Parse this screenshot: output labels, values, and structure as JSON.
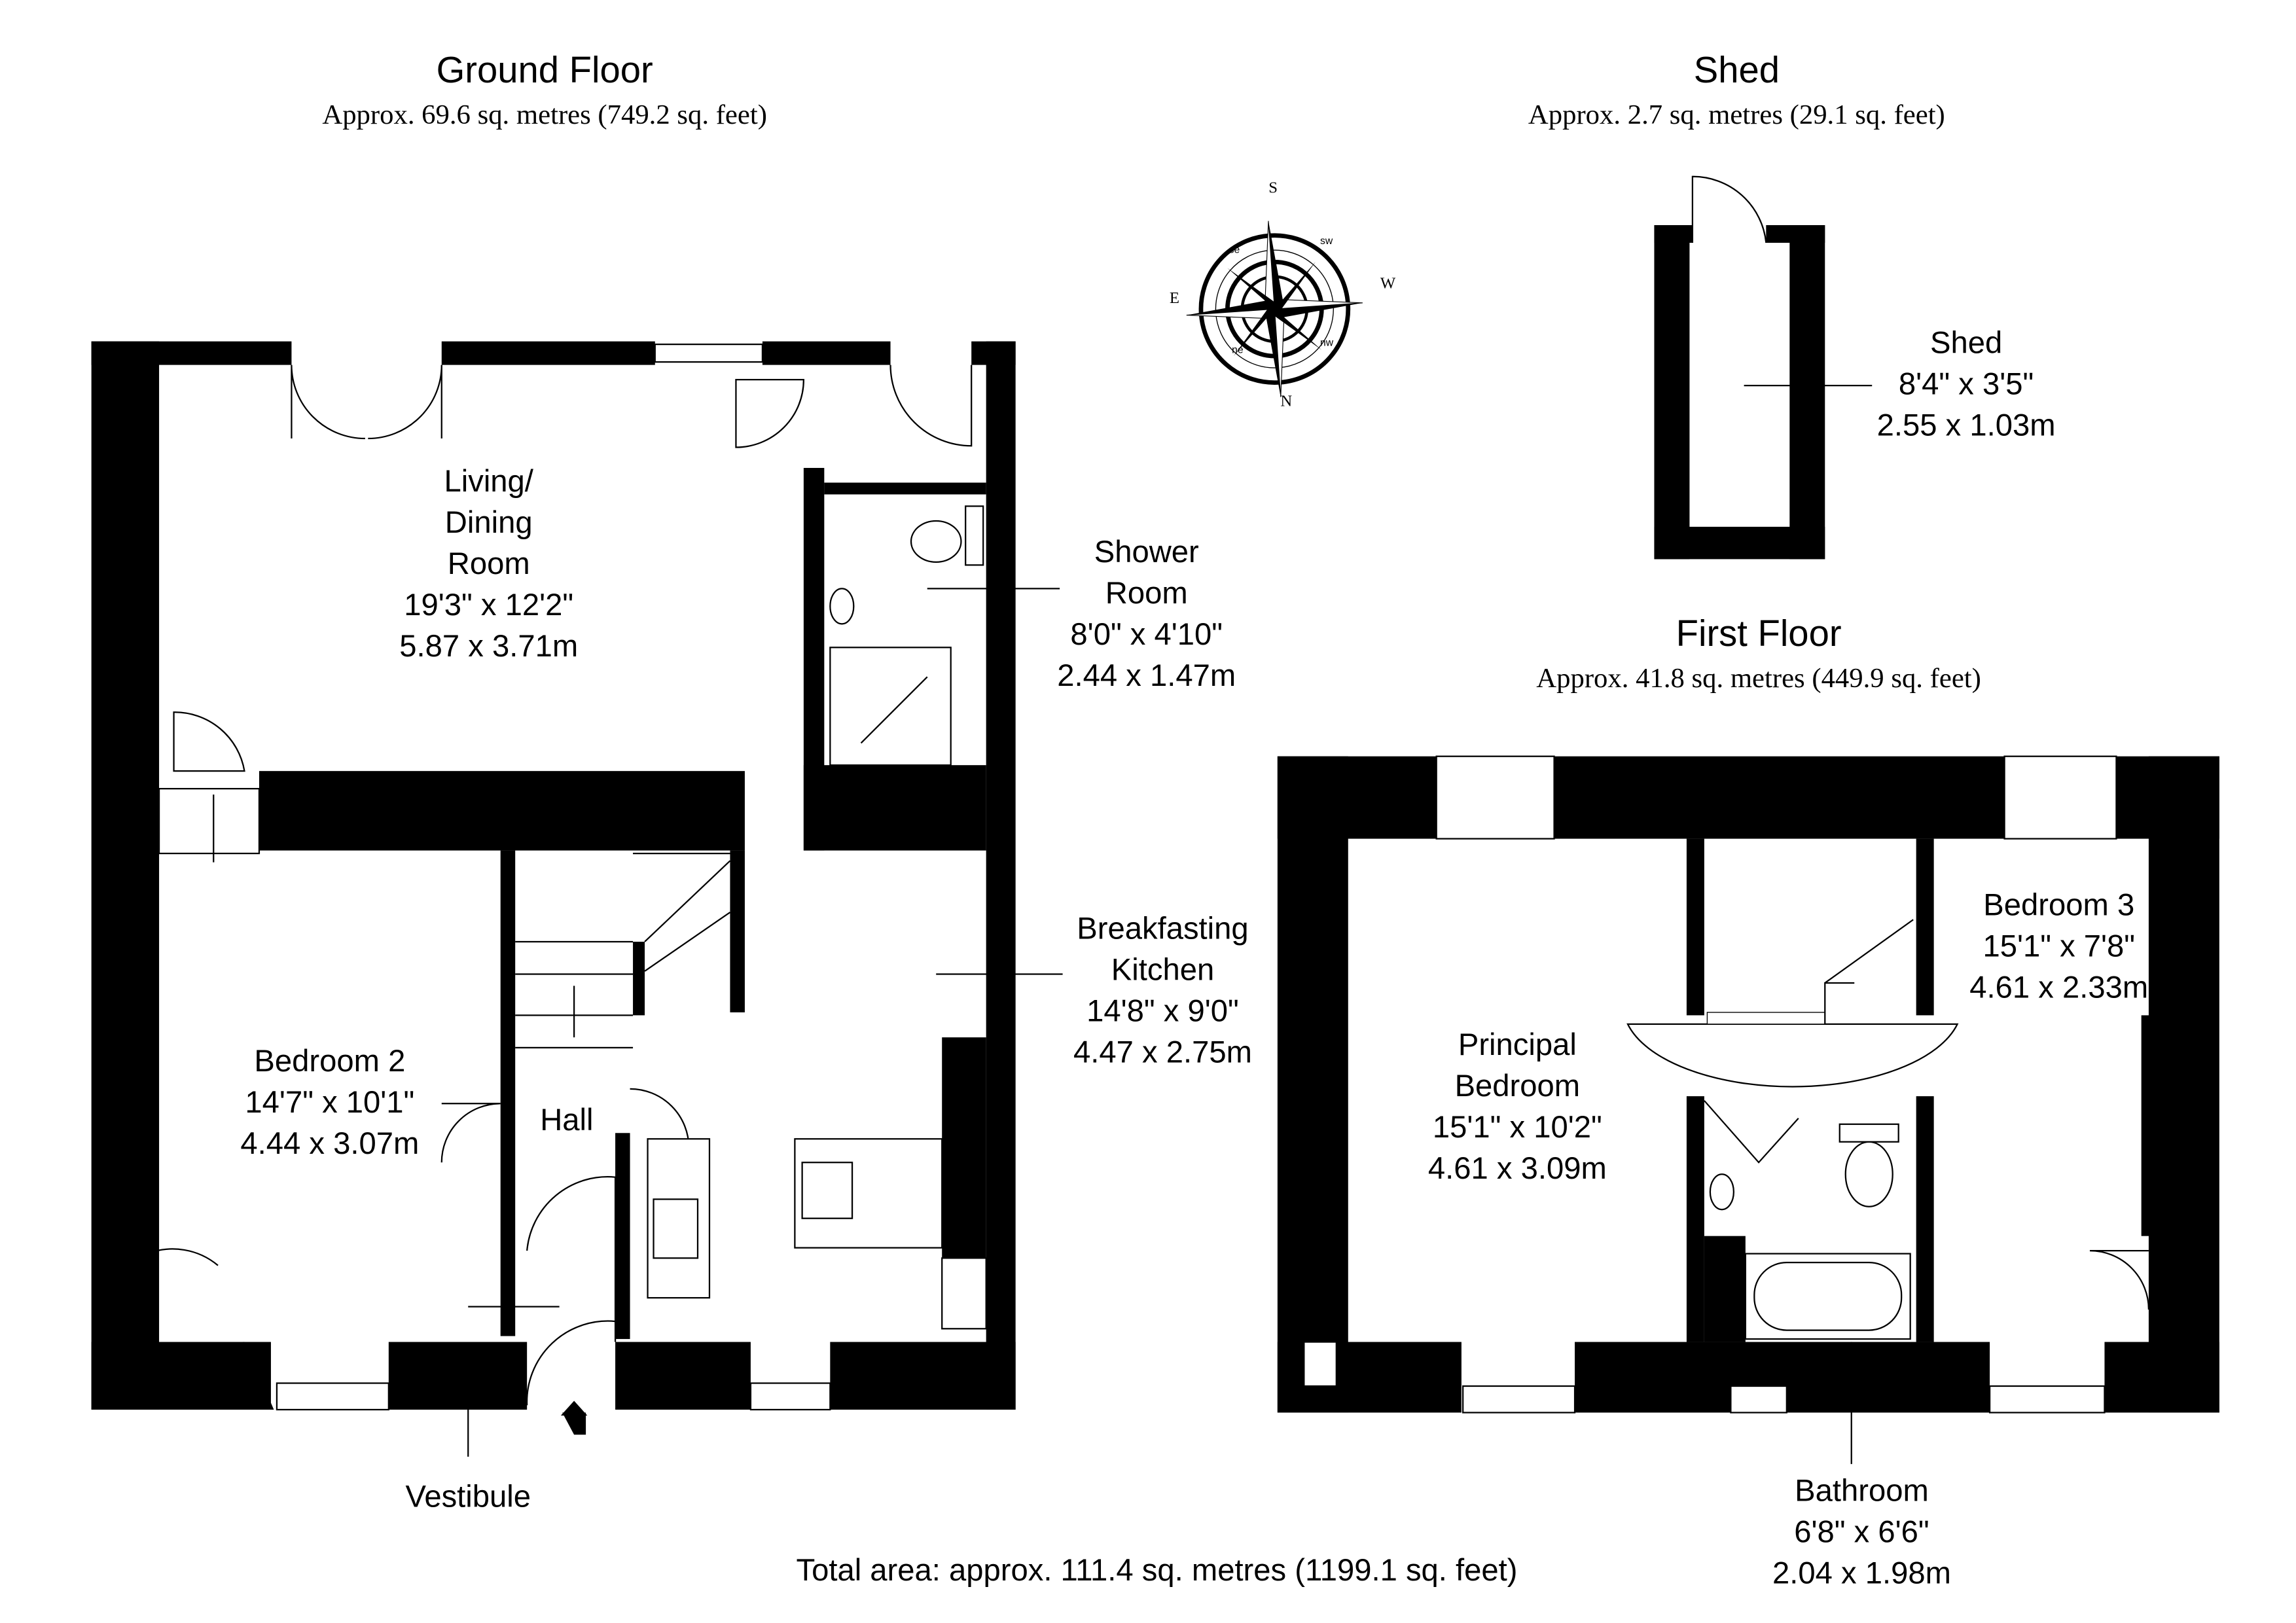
{
  "ground_floor": {
    "title": "Ground Floor",
    "area": "Approx. 69.6 sq. metres (749.2 sq. feet)"
  },
  "shed_section": {
    "title": "Shed",
    "area": "Approx. 2.7 sq. metres (29.1 sq. feet)"
  },
  "first_floor": {
    "title": "First Floor",
    "area": "Approx. 41.8 sq. metres (449.9 sq. feet)"
  },
  "rooms": {
    "living": {
      "name1": "Living/",
      "name2": "Dining",
      "name3": "Room",
      "imperial": "19'3\" x 12'2\"",
      "metric": "5.87 x 3.71m"
    },
    "shower": {
      "name1": "Shower",
      "name2": "Room",
      "imperial": "8'0\" x 4'10\"",
      "metric": "2.44 x 1.47m"
    },
    "kitchen": {
      "name1": "Breakfasting",
      "name2": "Kitchen",
      "imperial": "14'8\" x 9'0\"",
      "metric": "4.47 x 2.75m"
    },
    "bedroom2": {
      "name": "Bedroom 2",
      "imperial": "14'7\" x 10'1\"",
      "metric": "4.44 x 3.07m"
    },
    "hall": {
      "name": "Hall"
    },
    "vestibule": {
      "name": "Vestibule"
    },
    "shed": {
      "name": "Shed",
      "imperial": "8'4\" x 3'5\"",
      "metric": "2.55 x 1.03m"
    },
    "principal": {
      "name1": "Principal",
      "name2": "Bedroom",
      "imperial": "15'1\" x 10'2\"",
      "metric": "4.61 x 3.09m"
    },
    "bedroom3": {
      "name": "Bedroom 3",
      "imperial": "15'1\" x 7'8\"",
      "metric": "4.61 x 2.33m"
    },
    "bathroom": {
      "name": "Bathroom",
      "imperial": "6'8\" x 6'6\"",
      "metric": "2.04 x 1.98m"
    }
  },
  "compass": {
    "n": "N",
    "s": "S",
    "e": "E",
    "w": "W",
    "ne": "ne",
    "nw": "nw",
    "se": "se",
    "sw": "sw"
  },
  "total_area": "Total area: approx. 111.4 sq. metres (1199.1 sq. feet)"
}
